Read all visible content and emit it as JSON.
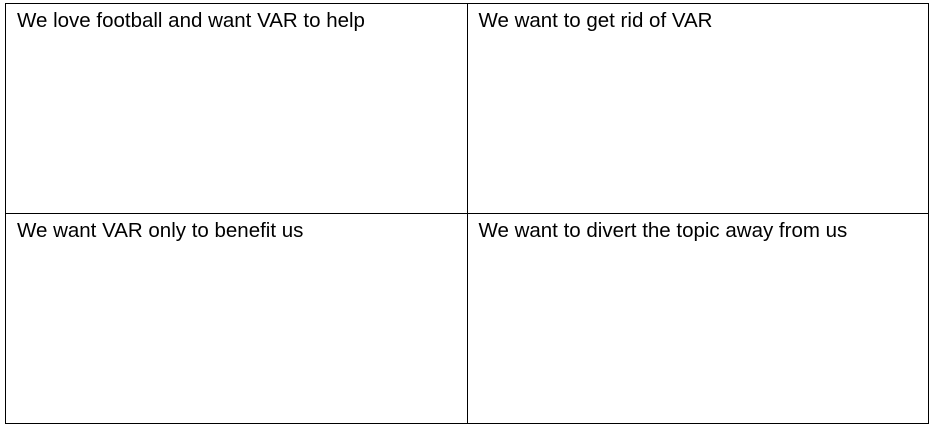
{
  "table": {
    "rows": [
      {
        "cells": [
          {
            "text": "We love football and want VAR to help"
          },
          {
            "text": "We want to get rid of VAR"
          }
        ]
      },
      {
        "cells": [
          {
            "text": "We want VAR only to benefit us"
          },
          {
            "text": "We want to divert the topic away from us"
          }
        ]
      }
    ]
  }
}
